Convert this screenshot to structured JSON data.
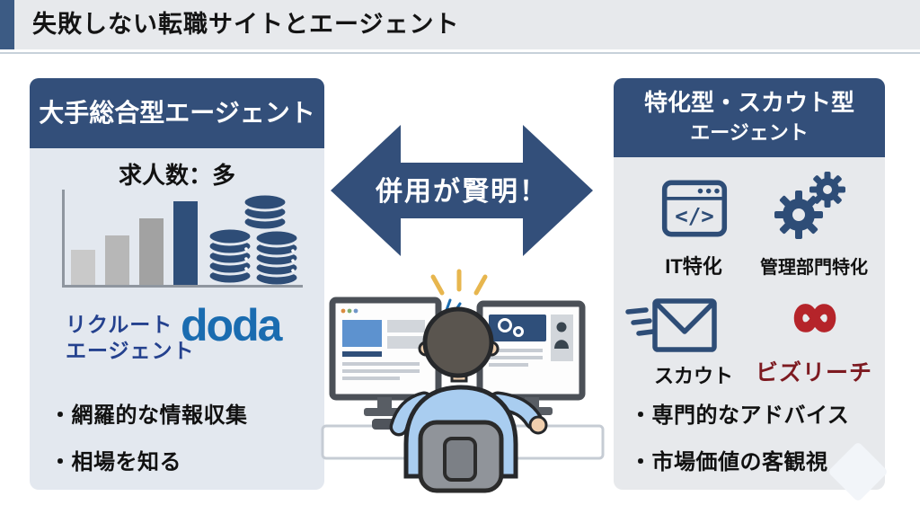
{
  "title": "失敗しない転職サイトとエージェント",
  "left_panel": {
    "header": "大手総合型エージェント",
    "metric_label": "求人数：多",
    "chart": {
      "type": "bar",
      "description": "decorative ascending bar chart illustrating large number of job listings",
      "bars": [
        {
          "height": 39,
          "color": "#c9c9c9"
        },
        {
          "height": 55,
          "color": "#b7b7b7"
        },
        {
          "height": 74,
          "color": "#a2a2a2"
        },
        {
          "height": 93,
          "color": "#2f4f7a"
        }
      ]
    },
    "logo_recruit_line1": "リクルート",
    "logo_recruit_line2": "エージェント",
    "logo_doda": "doda",
    "bullets": [
      "・網羅的な情報収集",
      "・相場を知る"
    ]
  },
  "center": {
    "arrow_label": "併用が賢明！"
  },
  "right_panel": {
    "header_line1": "特化型・スカウト型",
    "header_line2": "エージェント",
    "features": [
      {
        "icon": "code-browser-icon",
        "label": "IT特化"
      },
      {
        "icon": "gears-icon",
        "label": "管理部門特化"
      },
      {
        "icon": "scout-mail-icon",
        "label": "スカウト"
      },
      {
        "icon": "bizreach-logo-icon",
        "label": "ビズリーチ"
      }
    ],
    "bullets": [
      "・専門的なアドバイス",
      "・市場価値の客観視"
    ]
  },
  "colors": {
    "accent_navy": "#334f7a",
    "icon_navy": "#2e4d77",
    "title_bar_bg": "#e7e9ec",
    "panel_left_bg": "#e3e8ef",
    "panel_right_bg": "#e7e9ec",
    "recruit_blue": "#24418e",
    "doda_blue": "#1a6cb0",
    "bizreach_red": "#b5242a",
    "bizreach_text_red": "#7d1a20",
    "sparkle_yellow": "#e7b64e"
  }
}
